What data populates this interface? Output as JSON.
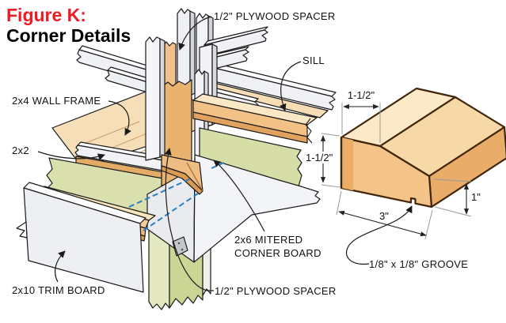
{
  "title": {
    "figure": "Figure K:",
    "subtitle": "Corner Details"
  },
  "labels": {
    "plywood_spacer_top": "1/2\" PLYWOOD SPACER",
    "sill": "SILL",
    "wall_frame": "2x4 WALL FRAME",
    "rail_2x2": "2x2",
    "trim_board": "2x10 TRIM BOARD",
    "corner_board_line1": "2x6 MITERED",
    "corner_board_line2": "CORNER BOARD",
    "plywood_spacer_bottom": "1/2\" PLYWOOD SPACER",
    "groove": "1/8\" x 1/8\" GROOVE"
  },
  "dimensions": {
    "top_width": "1-1/2\"",
    "left_height": "1-1/2\"",
    "bottom_width": "3\"",
    "right_height": "1\""
  },
  "colors": {
    "accent_red": "#ed1c24",
    "wood_tan": "#f2c185",
    "wood_tan_dark": "#e0a25e",
    "plate_tan": "#f6dfb8",
    "sheathing_green": "#d9dfae",
    "lumber_white": "#f2f3f6",
    "hidden_line_blue": "#2a7fc5",
    "outline": "#1a1a1a",
    "block_outline": "#42260b"
  }
}
